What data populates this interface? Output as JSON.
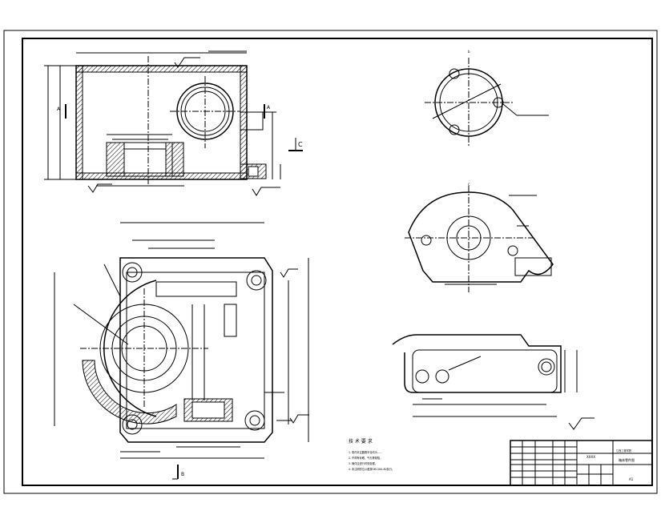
{
  "drawing": {
    "section_labels": {
      "a_left": "A",
      "a_right": "A",
      "c_label": "C",
      "b_label": "B",
      "c_top": "C",
      "b_top": "b"
    },
    "technical_requirements": {
      "heading": "技 术 要 求",
      "items": [
        "1. 零件未注圆角半径均为……",
        "2. 不得有砂眼、气孔等缺陷。",
        "3. 铸件应进行时效处理。",
        "4. 未注明形位公差按GB1184-80执行。"
      ]
    },
    "title_block": {
      "drawing_no": "XXXX",
      "school": "江西工程学院",
      "part_name": "箱体零件图",
      "sheet_size": "A1"
    }
  },
  "colors": {
    "line": "#000000",
    "paper": "#ffffff",
    "mark_fill": "#2a2a2a"
  }
}
